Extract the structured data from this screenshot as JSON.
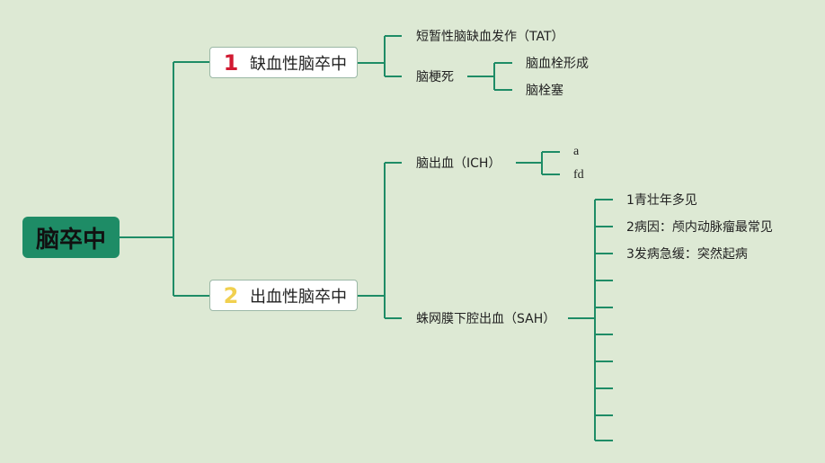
{
  "root": "脑卒中",
  "categories": [
    {
      "num": "1",
      "label": "缺血性脑卒中",
      "children": [
        {
          "label": "短暂性脑缺血发作（TAT）"
        },
        {
          "label": "脑梗死",
          "children": [
            {
              "label": "脑血栓形成"
            },
            {
              "label": "脑栓塞"
            }
          ]
        }
      ]
    },
    {
      "num": "2",
      "label": "出血性脑卒中",
      "children": [
        {
          "label": "脑出血（ICH）",
          "children": [
            {
              "label": "a"
            },
            {
              "label": "fd"
            }
          ]
        },
        {
          "label": "蛛网膜下腔出血（SAH）",
          "children": [
            {
              "label": "1青壮年多见"
            },
            {
              "label": "2病因：颅内动脉瘤最常见"
            },
            {
              "label": "3发病急缓：突然起病"
            },
            {
              "label": ""
            },
            {
              "label": ""
            },
            {
              "label": ""
            },
            {
              "label": ""
            },
            {
              "label": ""
            },
            {
              "label": ""
            },
            {
              "label": ""
            }
          ]
        }
      ]
    }
  ],
  "colors": {
    "background": "#dde9d4",
    "line": "#1e8c66",
    "root": "#1e8c66",
    "num1": "#d11a32",
    "num2": "#f1d04f"
  }
}
